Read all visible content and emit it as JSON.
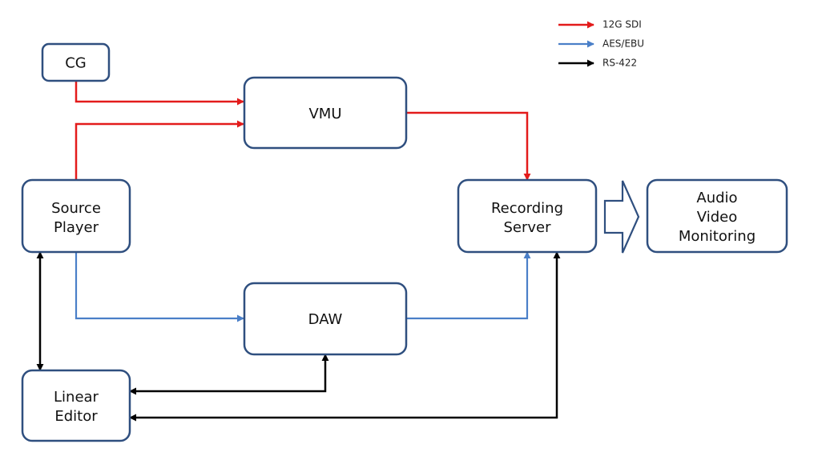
{
  "legend": [
    {
      "label": "12G SDI",
      "color": "#e31b1b"
    },
    {
      "label": "AES/EBU",
      "color": "#4a7fc8"
    },
    {
      "label": "RS-422",
      "color": "#000000"
    }
  ],
  "nodes": {
    "cg": {
      "lines": [
        "CG"
      ]
    },
    "vmu": {
      "lines": [
        "VMU"
      ]
    },
    "source_player": {
      "lines": [
        "Source",
        "Player"
      ]
    },
    "recording_server": {
      "lines": [
        "Recording",
        "Server"
      ]
    },
    "monitoring": {
      "lines": [
        "Audio",
        "Video",
        "Monitoring"
      ]
    },
    "daw": {
      "lines": [
        "DAW"
      ]
    },
    "linear_editor": {
      "lines": [
        "Linear",
        "Editor"
      ]
    }
  },
  "connections": [
    {
      "from": "CG",
      "to": "VMU",
      "signal": "12G SDI"
    },
    {
      "from": "Source Player",
      "to": "VMU",
      "signal": "12G SDI"
    },
    {
      "from": "VMU",
      "to": "Recording Server",
      "signal": "12G SDI"
    },
    {
      "from": "Source Player",
      "to": "DAW",
      "signal": "AES/EBU"
    },
    {
      "from": "DAW",
      "to": "Recording Server",
      "signal": "AES/EBU"
    },
    {
      "from": "Linear Editor",
      "to": "Source Player",
      "signal": "RS-422",
      "bidirectional": true
    },
    {
      "from": "Linear Editor",
      "to": "DAW",
      "signal": "RS-422",
      "bidirectional": true
    },
    {
      "from": "Linear Editor",
      "to": "Recording Server",
      "signal": "RS-422",
      "bidirectional": true
    },
    {
      "from": "Recording Server",
      "to": "Audio Video Monitoring",
      "signal": "output"
    }
  ]
}
